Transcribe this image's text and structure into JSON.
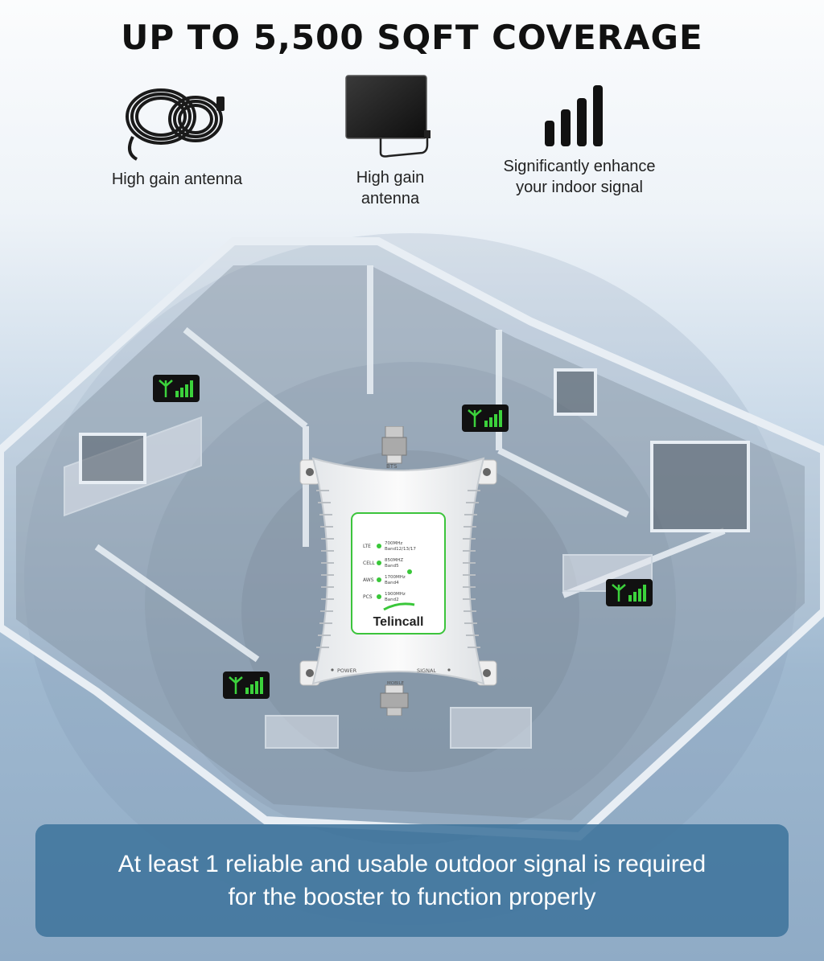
{
  "header": {
    "title": "UP TO 5,500 SQFT COVERAGE"
  },
  "features": [
    {
      "icon": "cable-coil-icon",
      "label_lines": [
        "High gain antenna"
      ]
    },
    {
      "icon": "panel-antenna-icon",
      "label_lines": [
        "High gain",
        "antenna"
      ]
    },
    {
      "icon": "signal-bars-icon",
      "label_lines": [
        "Significantly enhance",
        "your indoor signal"
      ]
    }
  ],
  "booster": {
    "brand": "Telincall",
    "top_port_label": "BTS",
    "bottom_port_label": "MOBILE",
    "power_label": "POWER",
    "signal_label": "SIGNAL",
    "bands": [
      {
        "name": "LTE",
        "freq": "700MHz",
        "band": "Band12/13/17"
      },
      {
        "name": "CELL",
        "freq": "850MHZ",
        "band": "Band5"
      },
      {
        "name": "AWS",
        "freq": "1700MHz",
        "band": "Band4"
      },
      {
        "name": "PCS",
        "freq": "1900MHz",
        "band": "Band2"
      }
    ]
  },
  "signal_badges": [
    {
      "icon": "signal-antenna-icon"
    },
    {
      "icon": "signal-antenna-icon"
    },
    {
      "icon": "signal-antenna-icon"
    },
    {
      "icon": "signal-antenna-icon"
    }
  ],
  "notice": {
    "line1": "At least 1 reliable and usable outdoor signal is required",
    "line2": "for the booster to function properly"
  },
  "colors": {
    "signal_green": "#3cd23c",
    "badge_bg": "#111111",
    "banner_bg": "#3f749c",
    "led_green": "#39c739"
  }
}
